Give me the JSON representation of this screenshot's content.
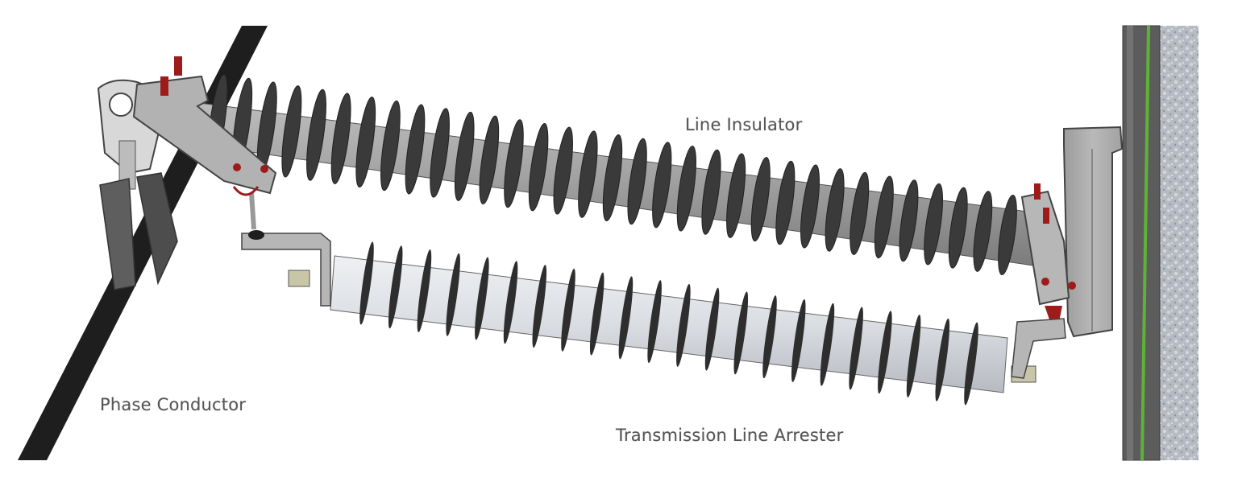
{
  "diagram": {
    "labels": {
      "line_insulator": "Line Insulator",
      "phase_conductor": "Phase Conductor",
      "transmission_line_arrester": "Transmission Line Arrester"
    },
    "components": [
      {
        "id": "phase-conductor",
        "label": "Phase Conductor",
        "color": "#1e1e1e"
      },
      {
        "id": "line-insulator",
        "label": "Line Insulator",
        "color": "#8a8a8a",
        "sheds": 33
      },
      {
        "id": "transmission-line-arrester",
        "label": "Transmission Line Arrester",
        "color": "#d9dbe0",
        "sheds": 22
      },
      {
        "id": "tower-bracket",
        "color": "#a6a6a6"
      },
      {
        "id": "tower-pole",
        "color": "#5a5a5a",
        "stripe_color": "#5fb236"
      },
      {
        "id": "concrete-wall",
        "color": "#b8bcc4"
      },
      {
        "id": "suspension-clamp",
        "color": "#c8c8c8"
      },
      {
        "id": "bolts",
        "color": "#8b1a1a"
      }
    ],
    "colors": {
      "background": "#ffffff",
      "label_text": "#555555",
      "conductor": "#1e1e1e",
      "insulator_body": "#9a9a9a",
      "insulator_shed": "#3a3a3a",
      "arrester_body": "#dcdee3",
      "bracket": "#b4b4b4",
      "bolt_red": "#9e1b1b",
      "pole_green": "#5fb236"
    }
  }
}
